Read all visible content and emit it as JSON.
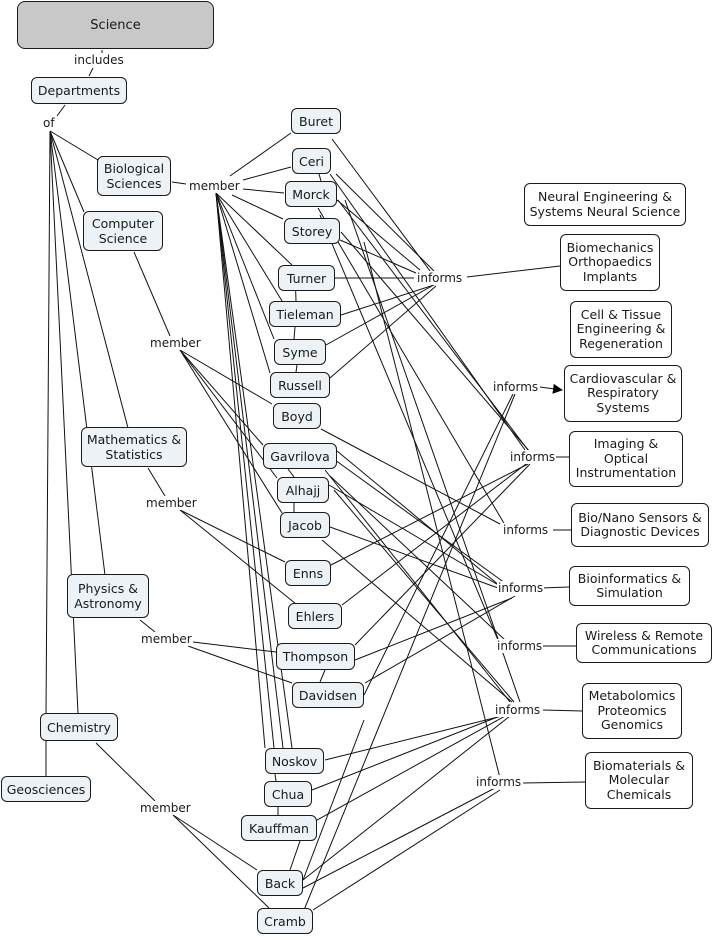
{
  "diagram": {
    "root": "Science",
    "departments_label": "Departments",
    "link_labels": {
      "includes": "includes",
      "of": "of",
      "member": "member",
      "informs": "informs"
    },
    "departments": [
      {
        "id": "bio",
        "label": "Biological\nSciences"
      },
      {
        "id": "cs",
        "label": "Computer\nScience"
      },
      {
        "id": "math",
        "label": "Mathematics &\nStatistics"
      },
      {
        "id": "phys",
        "label": "Physics &\nAstronomy"
      },
      {
        "id": "chem",
        "label": "Chemistry"
      },
      {
        "id": "geo",
        "label": "Geosciences"
      }
    ],
    "people": [
      {
        "id": "buret",
        "label": "Buret"
      },
      {
        "id": "ceri",
        "label": "Ceri"
      },
      {
        "id": "morck",
        "label": "Morck"
      },
      {
        "id": "storey",
        "label": "Storey"
      },
      {
        "id": "turner",
        "label": "Turner"
      },
      {
        "id": "tieleman",
        "label": "Tieleman"
      },
      {
        "id": "syme",
        "label": "Syme"
      },
      {
        "id": "russell",
        "label": "Russell"
      },
      {
        "id": "boyd",
        "label": "Boyd"
      },
      {
        "id": "gavrilova",
        "label": "Gavrilova"
      },
      {
        "id": "alhajj",
        "label": "Alhajj"
      },
      {
        "id": "jacob",
        "label": "Jacob"
      },
      {
        "id": "enns",
        "label": "Enns"
      },
      {
        "id": "ehlers",
        "label": "Ehlers"
      },
      {
        "id": "thompson",
        "label": "Thompson"
      },
      {
        "id": "davidsen",
        "label": "Davidsen"
      },
      {
        "id": "noskov",
        "label": "Noskov"
      },
      {
        "id": "chua",
        "label": "Chua"
      },
      {
        "id": "kauffman",
        "label": "Kauffman"
      },
      {
        "id": "back",
        "label": "Back"
      },
      {
        "id": "cramb",
        "label": "Cramb"
      }
    ],
    "research_areas": [
      {
        "id": "neural",
        "label": "Neural Engineering &\nSystems Neural Science"
      },
      {
        "id": "biomech",
        "label": "Biomechanics\nOrthopaedics\nImplants"
      },
      {
        "id": "cell",
        "label": "Cell & Tissue\nEngineering &\nRegeneration"
      },
      {
        "id": "cardio",
        "label": "Cardiovascular &\nRespiratory\nSystems"
      },
      {
        "id": "imaging",
        "label": "Imaging &\nOptical\nInstrumentation"
      },
      {
        "id": "sensors",
        "label": "Bio/Nano Sensors &\nDiagnostic Devices"
      },
      {
        "id": "bioinf",
        "label": "Bioinformatics &\nSimulation"
      },
      {
        "id": "wireless",
        "label": "Wireless & Remote\nCommunications"
      },
      {
        "id": "omics",
        "label": "Metabolomics\nProteomics\nGenomics"
      },
      {
        "id": "biomat",
        "label": "Biomaterials &\nMolecular\nChemicals"
      }
    ]
  }
}
